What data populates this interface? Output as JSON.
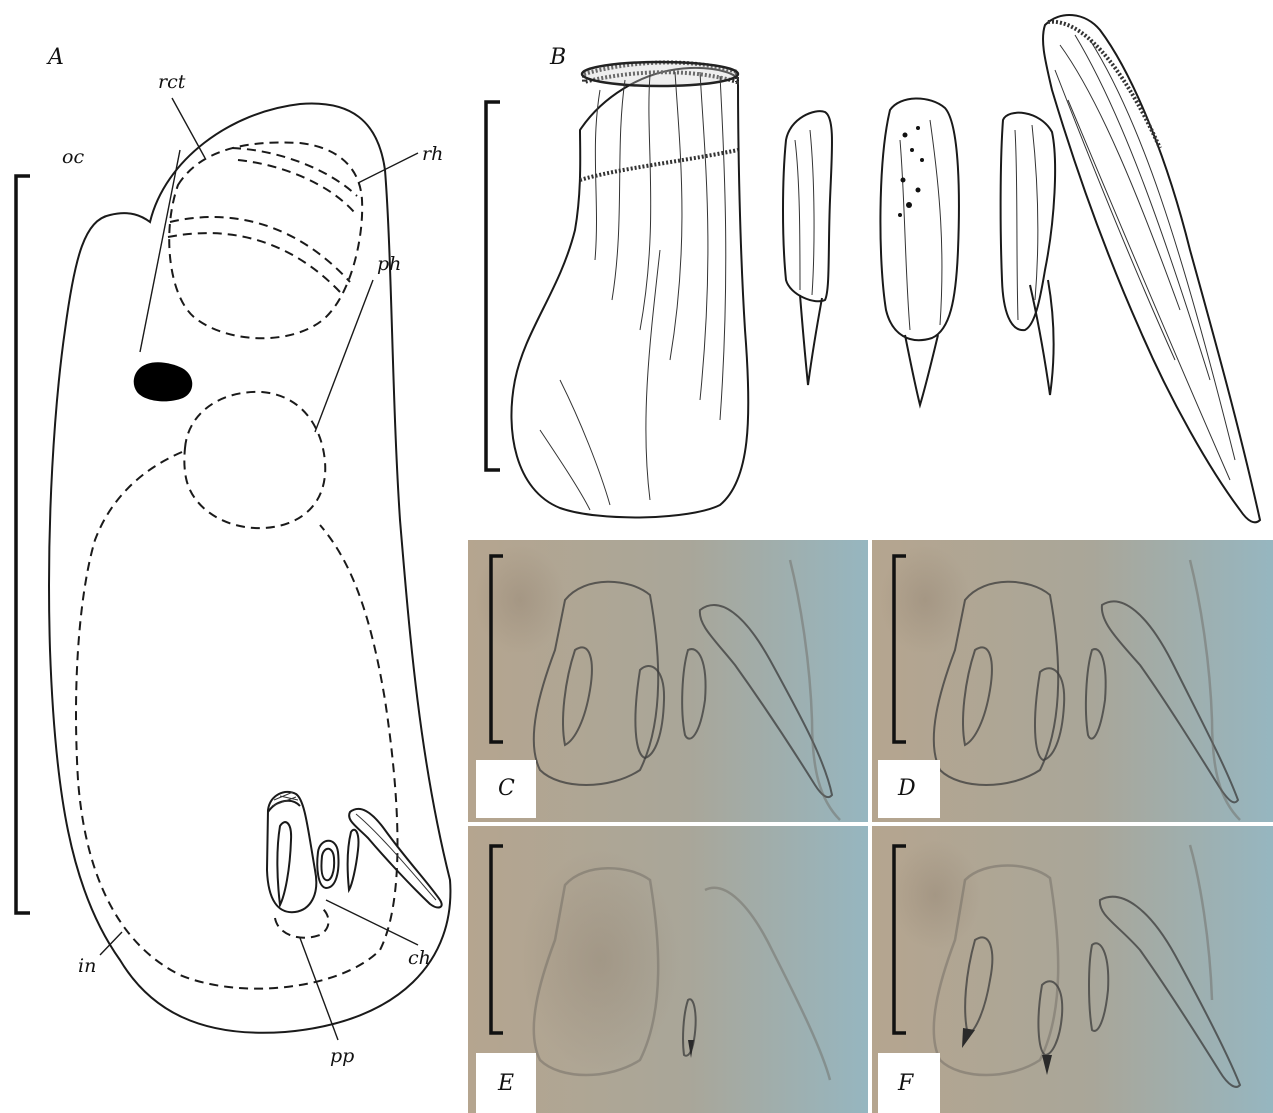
{
  "panels": {
    "a": {
      "label": "A"
    },
    "b": {
      "label": "B"
    },
    "c": {
      "label": "C"
    },
    "d": {
      "label": "D"
    },
    "e": {
      "label": "E"
    },
    "f": {
      "label": "F"
    }
  },
  "structures": {
    "rct": "rct",
    "rh": "rh",
    "oc": "oc",
    "ph": "ph",
    "in": "in",
    "ch": "ch",
    "pp": "pp"
  },
  "colors": {
    "ink": "#1a1a1a",
    "photo_warm": "#b3a592",
    "photo_cool": "#9fb9c2"
  }
}
